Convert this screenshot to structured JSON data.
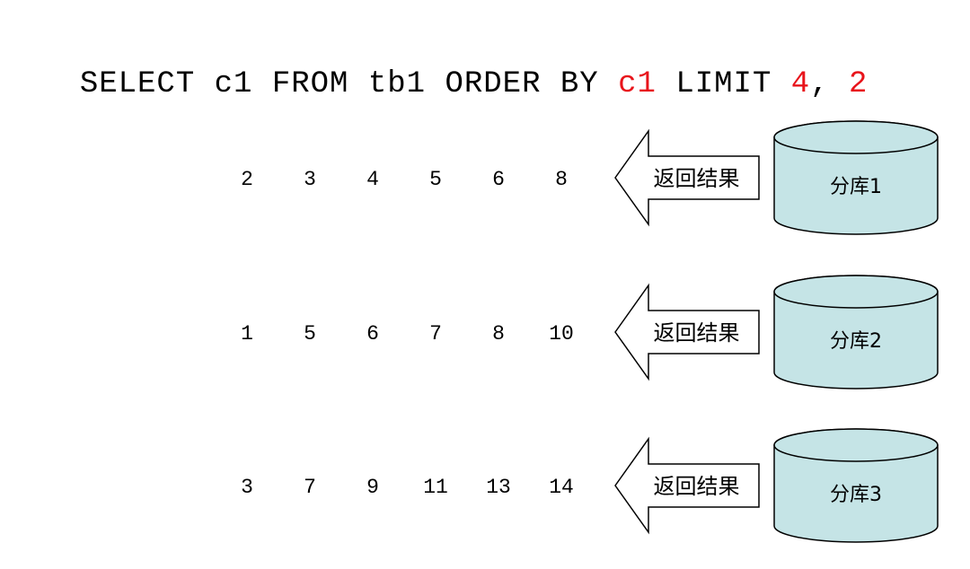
{
  "query": {
    "parts": [
      {
        "text": "SELECT c1 FROM tb1 ORDER BY ",
        "highlight": false
      },
      {
        "text": "c1",
        "highlight": true
      },
      {
        "text": " LIMIT ",
        "highlight": false
      },
      {
        "text": "4",
        "highlight": true
      },
      {
        "text": ", ",
        "highlight": false
      },
      {
        "text": "2",
        "highlight": true
      }
    ]
  },
  "colors": {
    "highlight": "#e8141b",
    "db_fill": "#c5e4e6",
    "stroke": "#000000"
  },
  "arrow_label": "返回结果",
  "shards": [
    {
      "name": "分库1",
      "values": [
        "2",
        "3",
        "4",
        "5",
        "6",
        "8"
      ]
    },
    {
      "name": "分库2",
      "values": [
        "1",
        "5",
        "6",
        "7",
        "8",
        "10"
      ]
    },
    {
      "name": "分库3",
      "values": [
        "3",
        "7",
        "9",
        "11",
        "13",
        "14"
      ]
    }
  ]
}
